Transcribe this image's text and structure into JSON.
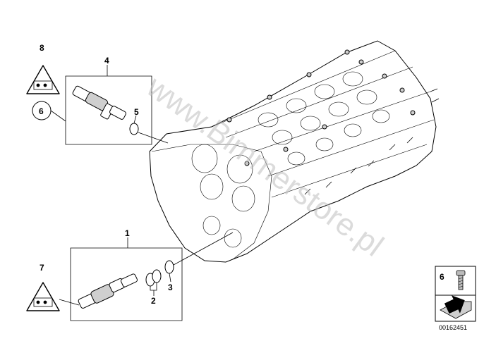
{
  "callouts": {
    "c1": "1",
    "c2": "2",
    "c3": "3",
    "c4": "4",
    "c5": "5",
    "c6": "6",
    "c7": "7",
    "c8": "8",
    "legend_6": "6"
  },
  "watermark": "www.Bimmerstore.pl",
  "document_number": "00162451",
  "icons": {
    "warning_triangle": "warning-triangle-icon",
    "bolt": "bolt-icon",
    "arrow": "arrow-icon"
  }
}
